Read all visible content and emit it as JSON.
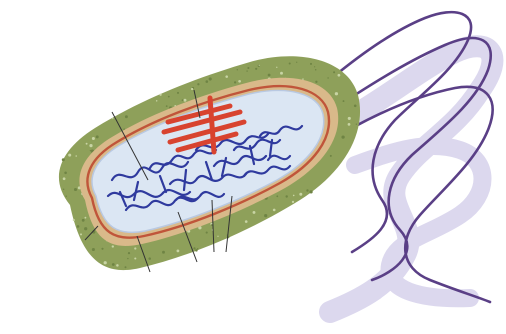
{
  "diagram": {
    "kind": "prokaryotic-cell-illustration",
    "labels": [],
    "leader_lines": 7,
    "flagella": 3,
    "parts": [
      "capsule",
      "cell-wall",
      "plasma-membrane",
      "cytoplasm",
      "nucleoid",
      "ribosomes",
      "flagellum"
    ],
    "colors": {
      "capsule": "#8ea05a",
      "capsule_dark": "#6f8444",
      "capsule_speckle": "#c8d4a4",
      "cell_wall": "#d9b98a",
      "membrane": "#c0553a",
      "cytoplasm": "#dbe6f3",
      "cytoplasm_edge": "#b9c9e2",
      "dna": "#2f3a9e",
      "ribosome": "#d8432f",
      "flagellum": "#5a3f86",
      "flagellum_shadow": "#dcd8ee",
      "leader_line": "#333333"
    }
  }
}
